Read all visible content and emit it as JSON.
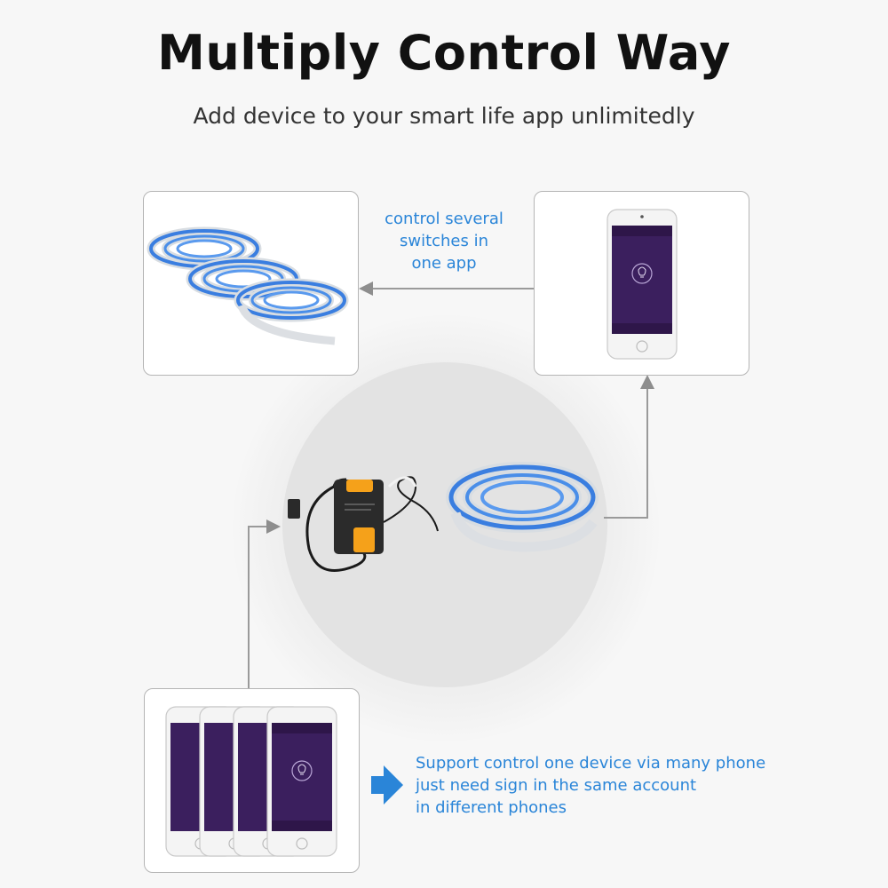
{
  "header": {
    "title": "Multiply Control Way",
    "subtitle": "Add device to your smart life app unlimitedly"
  },
  "notes": {
    "several_line1": "control several",
    "several_line2": "switches in",
    "several_line3": "one app",
    "support_line1": "Support control one device via many phone",
    "support_line2": "just need sign in the same account",
    "support_line3": "in different phones"
  },
  "colors": {
    "accent_blue": "#2a85d8",
    "arrow_gray": "#8e8e8e",
    "app_purple": "#3b1f5e",
    "strip_blue": "#3a7ee0"
  },
  "icons": {
    "bulb": "lightbulb-icon",
    "arrow": "arrow-head-icon",
    "pointer": "blue-pointer-icon"
  }
}
